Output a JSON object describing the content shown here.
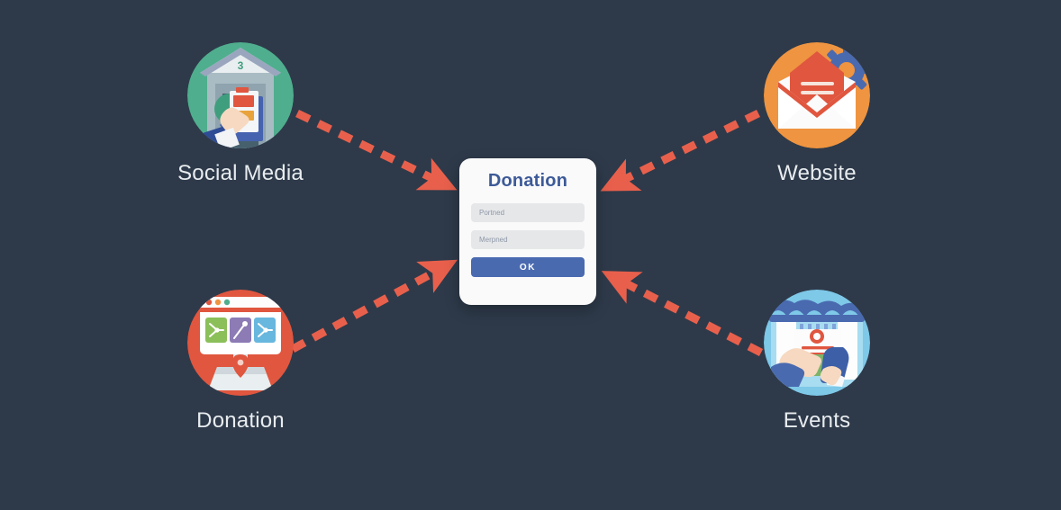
{
  "theme": {
    "background": "#2e3a4a",
    "arrow_color": "#e8604c",
    "card_background": "#fafafa",
    "title_color": "#3d5a98",
    "button_color": "#4a6ab0",
    "label_color": "#e8ecef"
  },
  "nodes": [
    {
      "id": "social-media",
      "label": "Social Media",
      "icon": "bank-hand-flyer-icon",
      "circle_color": "#4fae8e",
      "position": "top-left"
    },
    {
      "id": "website",
      "label": "Website",
      "icon": "envelope-gear-icon",
      "circle_color": "#ef9440",
      "position": "top-right"
    },
    {
      "id": "donation",
      "label": "Donation",
      "icon": "browser-charts-pin-icon",
      "circle_color": "#e0563f",
      "position": "bottom-left"
    },
    {
      "id": "events",
      "label": "Events",
      "icon": "storefront-certificate-icon",
      "circle_color": "#7ec8e8",
      "position": "bottom-right"
    }
  ],
  "card": {
    "title": "Donation",
    "fields": [
      {
        "name": "field-one",
        "placeholder": "Portned",
        "value": ""
      },
      {
        "name": "field-two",
        "placeholder": "Merpned",
        "value": ""
      }
    ],
    "submit_label": "OK"
  },
  "connections": [
    {
      "from": "social-media",
      "to": "donation-card",
      "style": "dashed-arrow"
    },
    {
      "from": "website",
      "to": "donation-card",
      "style": "dashed-arrow"
    },
    {
      "from": "donation",
      "to": "donation-card",
      "style": "dashed-arrow"
    },
    {
      "from": "events",
      "to": "donation-card",
      "style": "dashed-arrow"
    }
  ]
}
